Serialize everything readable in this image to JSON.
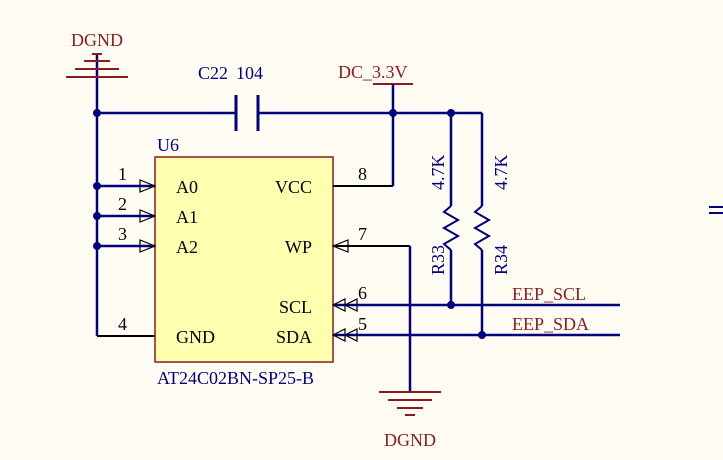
{
  "colors": {
    "wire": "#000080",
    "body_fill": "#FFFFB0",
    "body_stroke": "#8B1A1A",
    "pin_line": "#000000",
    "net_label": "#8B1A1A",
    "designator": "#000080",
    "junction": "#000080",
    "background": "#FFFCF4"
  },
  "power": {
    "dgnd_top": "DGND",
    "dgnd_bottom": "DGND",
    "vcc": "DC_3.3V"
  },
  "capacitor": {
    "designator": "C22",
    "value": "104"
  },
  "chip": {
    "designator": "U6",
    "part": "AT24C02BN-SP25-B",
    "left_pins": [
      {
        "num": "1",
        "name": "A0"
      },
      {
        "num": "2",
        "name": "A1"
      },
      {
        "num": "3",
        "name": "A2"
      },
      {
        "num": "4",
        "name": "GND"
      }
    ],
    "right_pins": [
      {
        "num": "8",
        "name": "VCC"
      },
      {
        "num": "7",
        "name": "WP"
      },
      {
        "num": "6",
        "name": "SCL"
      },
      {
        "num": "5",
        "name": "SDA"
      }
    ]
  },
  "resistors": [
    {
      "designator": "R33",
      "value": "4.7K"
    },
    {
      "designator": "R34",
      "value": "4.7K"
    }
  ],
  "nets": {
    "scl": "EEP_SCL",
    "sda": "EEP_SDA"
  }
}
